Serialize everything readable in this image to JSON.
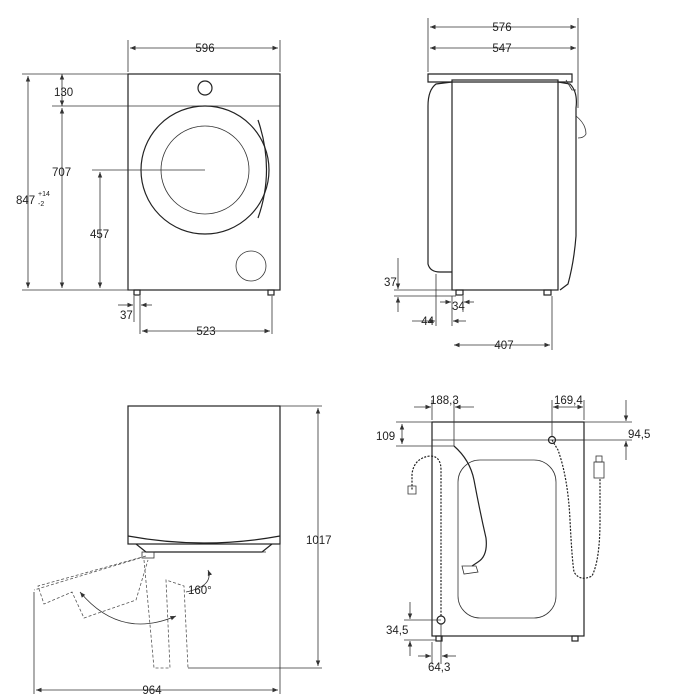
{
  "front_view": {
    "width": "596",
    "top_panel": "130",
    "door_center_height": "707",
    "door_lower_height": "457",
    "height": "847",
    "height_tolerance_plus": "+14",
    "height_tolerance_minus": "-2",
    "foot_inset": "37",
    "foot_span": "523"
  },
  "side_view": {
    "depth_total": "576",
    "depth_body": "547",
    "foot_height": "37",
    "foot_offset": "44",
    "foot_width": "34",
    "foot_span": "407"
  },
  "door_view": {
    "total_depth_open": "964",
    "height": "1017",
    "door_angle": "160°"
  },
  "rear_view": {
    "inlet_from_left": "188,3",
    "outlet_from_right": "169,4",
    "inlet_from_top": "109",
    "outlet_from_top": "94,5",
    "drain_height": "34,5",
    "drain_from_left": "64,3"
  }
}
